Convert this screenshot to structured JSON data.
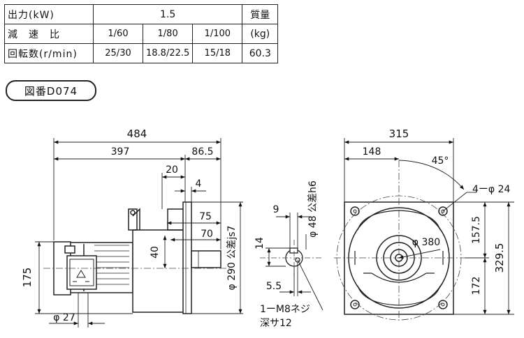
{
  "spec_table": {
    "output_label": "出力(kW)",
    "output_value": "1.5",
    "ratio_label": "減　速　比",
    "ratios": [
      "1/60",
      "1/80",
      "1/100"
    ],
    "speed_label": "回転数(r/min)",
    "speeds": [
      "25/30",
      "18.8/22.5",
      "15/18"
    ],
    "mass_label": "質量",
    "mass_unit": "(kg)",
    "mass_value": "60.3"
  },
  "drawing_number": "図番D074",
  "dimensions": {
    "overall_length": "484",
    "body_length": "397",
    "shaft_extension": "86.5",
    "d20": "20",
    "d4": "4",
    "d75": "75",
    "d70": "70",
    "d40": "40",
    "center_height": "175",
    "flange_dia": "φ 290 公差js7",
    "motor_dia": "φ 27",
    "shaft_dia": "φ 48 公差h6",
    "key_width": "9",
    "key_height": "14",
    "d5_5": "5.5",
    "tapped_hole": "1ーM8ネジ",
    "tap_depth": "深サ12",
    "flange_width": "315",
    "half_width": "148",
    "bolt_angle": "45°",
    "mount_holes": "4ーφ 24",
    "pcd": "φ 380",
    "upper_height": "157.5",
    "lower_height": "172",
    "total_height": "329.5"
  }
}
